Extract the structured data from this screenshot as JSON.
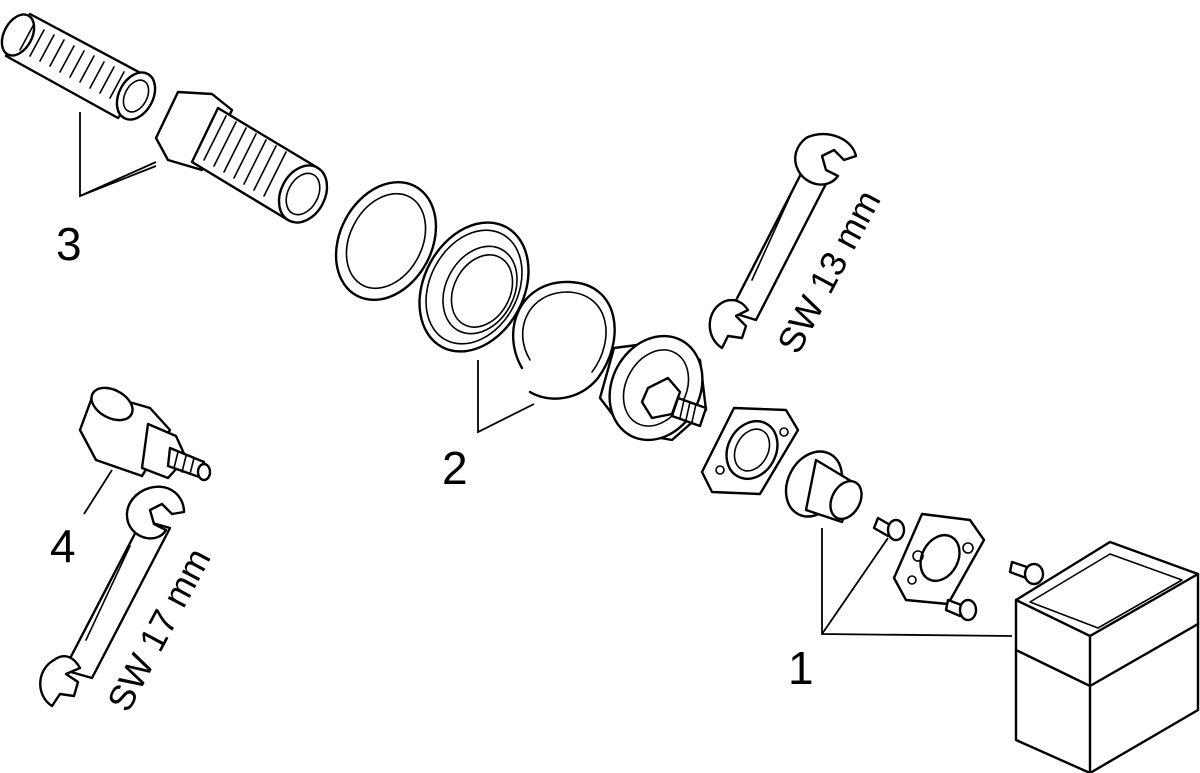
{
  "callouts": {
    "item1": "1",
    "item2": "2",
    "item3": "3",
    "item4": "4"
  },
  "wrench_labels": {
    "upper": "SW 13 mm",
    "lower": "SW 17 mm"
  }
}
